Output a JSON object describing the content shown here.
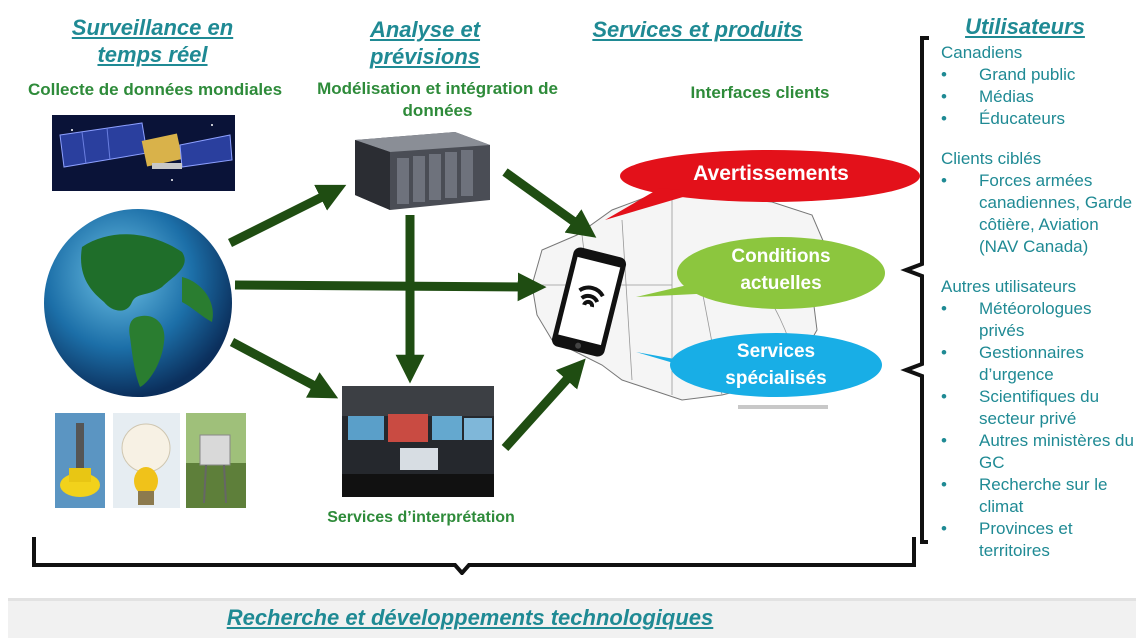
{
  "columns": {
    "surveillance": {
      "title": "Surveillance en temps réel",
      "subtitle": "Collecte de données mondiales"
    },
    "analyse": {
      "title": "Analyse et prévisions",
      "subtitle": "Modélisation et intégration de données"
    },
    "services": {
      "title": "Services et produits",
      "subtitle": "Interfaces clients"
    },
    "utilisateurs": {
      "title": "Utilisateurs"
    }
  },
  "interpretation_label": "Services d’interprétation",
  "bubbles": {
    "warnings": "Avertissements",
    "current_line1": "Conditions",
    "current_line2": "actuelles",
    "specialized_line1": "Services",
    "specialized_line2": "spécialisés"
  },
  "users": [
    {
      "group": "Canadiens",
      "items": [
        "Grand public",
        "Médias",
        "Éducateurs"
      ]
    },
    {
      "group": "Clients ciblés",
      "items": [
        "Forces armées canadiennes, Garde côtière, Aviation (NAV Canada)"
      ]
    },
    {
      "group": "Autres utilisateurs",
      "items": [
        "Météorologues privés",
        "Gestionnaires d’urgence",
        "Scientifiques du secteur privé",
        "Autres ministères du GC",
        "Recherche sur le climat",
        "Provinces et territoires"
      ]
    }
  ],
  "footer": "Recherche et développements technologiques",
  "colors": {
    "heading": "#1f8a94",
    "subheading": "#2e8b3a",
    "arrow": "#1f4d12",
    "warning": "#e3111a",
    "current": "#8cc63e",
    "specialized": "#18aee6"
  }
}
